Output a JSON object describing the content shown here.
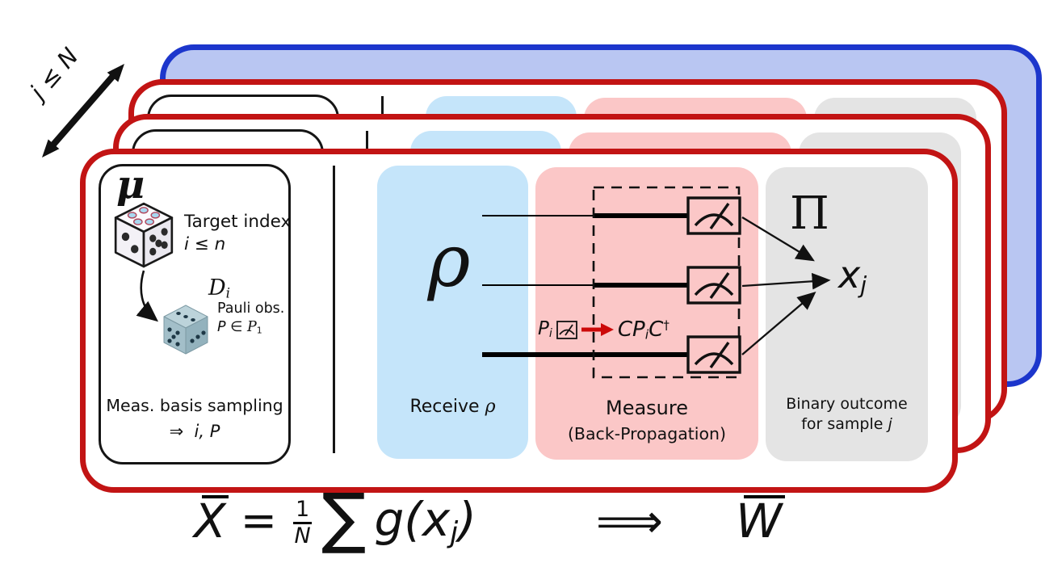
{
  "colors": {
    "card_red": "#c21414",
    "card_blue": "#1c36cc",
    "card_blue_fill": "#b9c6f2",
    "panel_receive": "#c5e5fa",
    "panel_measure": "#fbc7c7",
    "panel_outcome": "#e4e4e4",
    "arrow_red": "#cc0909"
  },
  "axis": {
    "label": "j ≤ N"
  },
  "sampling": {
    "mu": "μ",
    "target_line1": "Target index",
    "target_line2": "i ≤ n",
    "dist_main": "D",
    "dist_sub": "i",
    "pauli_line1": "Pauli obs.",
    "pauli_p": "P",
    "pauli_in": "∈",
    "pauli_set": "P",
    "pauli_set_sub": "1",
    "bottom_line1": "Meas. basis sampling",
    "bottom_arrow": "⇒",
    "bottom_vars": "i, P"
  },
  "receive": {
    "rho": "ρ",
    "label_text": "Receive",
    "label_var": "ρ"
  },
  "measure": {
    "bp_p": "P",
    "bp_p_sub": "i",
    "bp_c1": "C",
    "bp_p2": "P",
    "bp_p2_sub": "i",
    "bp_c2": "C",
    "bp_dagger": "†",
    "label_line1": "Measure",
    "label_line2": "(Back-Propagation)"
  },
  "outcome": {
    "pi": "Π",
    "x": "x",
    "x_sub": "j",
    "label_line1": "Binary outcome",
    "label_line2_text": "for sample",
    "label_line2_var": "j"
  },
  "formula": {
    "lhs": "X",
    "eq": "=",
    "frac_num": "1",
    "frac_den": "N",
    "sum": "∑",
    "g_open": "g(x",
    "g_sub": "j",
    "g_close": ")",
    "implies": "⟹",
    "rhs": "W"
  }
}
